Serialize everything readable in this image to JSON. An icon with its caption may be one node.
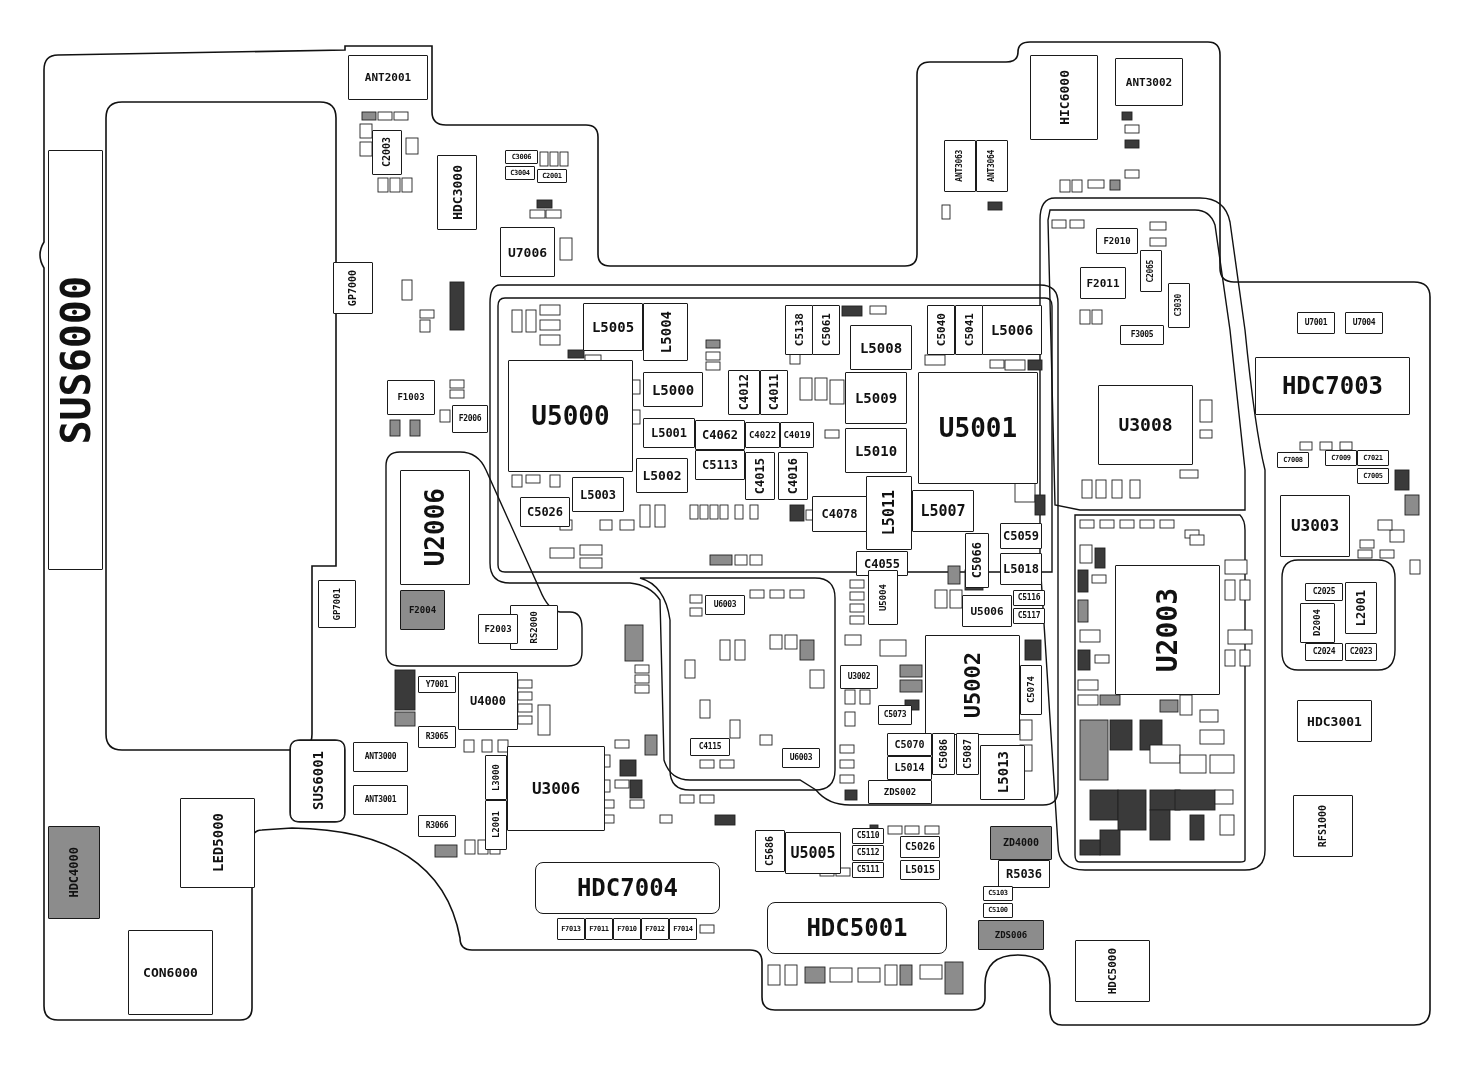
{
  "diagram": {
    "nodes": [
      {
        "text": [
          "SUS6000"
        ]
      },
      {
        "text": [
          "ANT2001"
        ]
      },
      {
        "text": [
          "ANT3002"
        ]
      },
      {
        "text": [
          "HIC6000"
        ]
      },
      {
        "text": [
          "C2003"
        ]
      },
      {
        "text": [
          "HDC3000"
        ]
      },
      {
        "text": [
          "C3006"
        ]
      },
      {
        "text": [
          "C3004"
        ]
      },
      {
        "text": [
          "C2001"
        ]
      },
      {
        "text": [
          "ANT3063"
        ]
      },
      {
        "text": [
          "ANT3064"
        ]
      },
      {
        "text": [
          "F2010"
        ]
      },
      {
        "text": [
          "U7006"
        ]
      },
      {
        "text": [
          "F2011"
        ]
      },
      {
        "text": [
          "C2065"
        ]
      },
      {
        "text": [
          "GP7000"
        ]
      },
      {
        "text": [
          "C3030"
        ]
      },
      {
        "text": [
          "U7001"
        ]
      },
      {
        "text": [
          "U7004"
        ]
      },
      {
        "text": [
          "L5005"
        ]
      },
      {
        "text": [
          "L5004"
        ]
      },
      {
        "text": [
          "C5138"
        ]
      },
      {
        "text": [
          "C5061"
        ]
      },
      {
        "text": [
          "L5008"
        ]
      },
      {
        "text": [
          "C5040"
        ]
      },
      {
        "text": [
          "C5041"
        ]
      },
      {
        "text": [
          "L5006"
        ]
      },
      {
        "text": [
          "F3005"
        ]
      },
      {
        "text": [
          "HDC7003"
        ]
      },
      {
        "text": [
          "F1003"
        ]
      },
      {
        "text": [
          "U5000"
        ]
      },
      {
        "text": [
          "L5000"
        ]
      },
      {
        "text": [
          "C4012"
        ]
      },
      {
        "text": [
          "C4011"
        ]
      },
      {
        "text": [
          "L5009"
        ]
      },
      {
        "text": [
          "U5001"
        ]
      },
      {
        "text": [
          "U3008"
        ]
      },
      {
        "text": [
          "F2006"
        ]
      },
      {
        "text": [
          "L5001"
        ]
      },
      {
        "text": [
          "C4062"
        ]
      },
      {
        "text": [
          "C4022"
        ]
      },
      {
        "text": [
          "C4019"
        ]
      },
      {
        "text": [
          "L5010"
        ]
      },
      {
        "text": [
          "C7008"
        ]
      },
      {
        "text": [
          "C7009"
        ]
      },
      {
        "text": [
          "C7021"
        ]
      },
      {
        "text": [
          "C5113"
        ]
      },
      {
        "text": [
          "C4015"
        ]
      },
      {
        "text": [
          "C4016"
        ]
      },
      {
        "text": [
          "L5002"
        ]
      },
      {
        "text": [
          "C7005"
        ]
      },
      {
        "text": [
          "U2006"
        ]
      },
      {
        "text": [
          "L5003"
        ]
      },
      {
        "text": [
          "L5011"
        ]
      },
      {
        "text": [
          "L5007"
        ]
      },
      {
        "text": [
          "C5026"
        ]
      },
      {
        "text": [
          "C4078"
        ]
      },
      {
        "text": [
          "U3003"
        ]
      },
      {
        "text": [
          "C5059"
        ]
      },
      {
        "text": [
          "C5066"
        ]
      },
      {
        "text": [
          "C4055"
        ]
      },
      {
        "text": [
          "L5018"
        ]
      },
      {
        "text": [
          "U2003"
        ]
      },
      {
        "text": [
          "U5004"
        ]
      },
      {
        "text": [
          "C2025"
        ]
      },
      {
        "text": [
          "L2001"
        ]
      },
      {
        "text": [
          "GP7001"
        ]
      },
      {
        "text": [
          "C5116"
        ]
      },
      {
        "text": [
          "F2004"
        ]
      },
      {
        "text": [
          "U6003"
        ]
      },
      {
        "text": [
          "RS2000"
        ]
      },
      {
        "text": [
          "U5006"
        ]
      },
      {
        "text": [
          "D2004"
        ]
      },
      {
        "text": [
          "C5117"
        ]
      },
      {
        "text": [
          "F2003"
        ]
      },
      {
        "text": [
          "C2024"
        ]
      },
      {
        "text": [
          "C2023"
        ]
      },
      {
        "text": [
          "U5002"
        ]
      },
      {
        "text": [
          "U3002"
        ]
      },
      {
        "text": [
          "C5074"
        ]
      },
      {
        "text": [
          "Y7001"
        ]
      },
      {
        "text": [
          "U4000"
        ]
      },
      {
        "text": [
          "HDC3001"
        ]
      },
      {
        "text": [
          "C5073"
        ]
      },
      {
        "text": [
          "R3065"
        ]
      },
      {
        "text": [
          "C5070"
        ]
      },
      {
        "text": [
          "C5086"
        ]
      },
      {
        "text": [
          "C5087"
        ]
      },
      {
        "text": [
          "C4115"
        ]
      },
      {
        "text": [
          "SUS6001"
        ]
      },
      {
        "text": [
          "ANT3000"
        ]
      },
      {
        "text": [
          "L3000"
        ]
      },
      {
        "text": [
          "U3006"
        ]
      },
      {
        "text": [
          "U6003"
        ]
      },
      {
        "text": [
          "L5014"
        ]
      },
      {
        "text": [
          "L5013"
        ]
      },
      {
        "text": [
          "ANT3001"
        ]
      },
      {
        "text": [
          "ZDS002"
        ]
      },
      {
        "text": [
          "L2001"
        ]
      },
      {
        "text": [
          "HDC4000"
        ]
      },
      {
        "text": [
          "LED5000"
        ]
      },
      {
        "text": [
          "R3066"
        ]
      },
      {
        "text": [
          "ZD4000"
        ]
      },
      {
        "text": [
          "C5686"
        ]
      },
      {
        "text": [
          "U5005"
        ]
      },
      {
        "text": [
          "C5110"
        ]
      },
      {
        "text": [
          "C5026"
        ]
      },
      {
        "text": [
          "C5112"
        ]
      },
      {
        "text": [
          "R5036"
        ]
      },
      {
        "text": [
          "L5015"
        ]
      },
      {
        "text": [
          "C5111"
        ]
      },
      {
        "text": [
          "HDC7004"
        ]
      },
      {
        "text": [
          "C5103"
        ]
      },
      {
        "text": [
          "C5100"
        ]
      },
      {
        "text": [
          "HDC5001"
        ]
      },
      {
        "text": [
          "F7013"
        ]
      },
      {
        "text": [
          "F7011"
        ]
      },
      {
        "text": [
          "F7010"
        ]
      },
      {
        "text": [
          "F7012"
        ]
      },
      {
        "text": [
          "F7014"
        ]
      },
      {
        "text": [
          "ZDS006"
        ]
      },
      {
        "text": [
          "CON6000"
        ]
      },
      {
        "text": [
          "HDC5000"
        ]
      },
      {
        "text": [
          "RFS1000"
        ]
      }
    ]
  }
}
